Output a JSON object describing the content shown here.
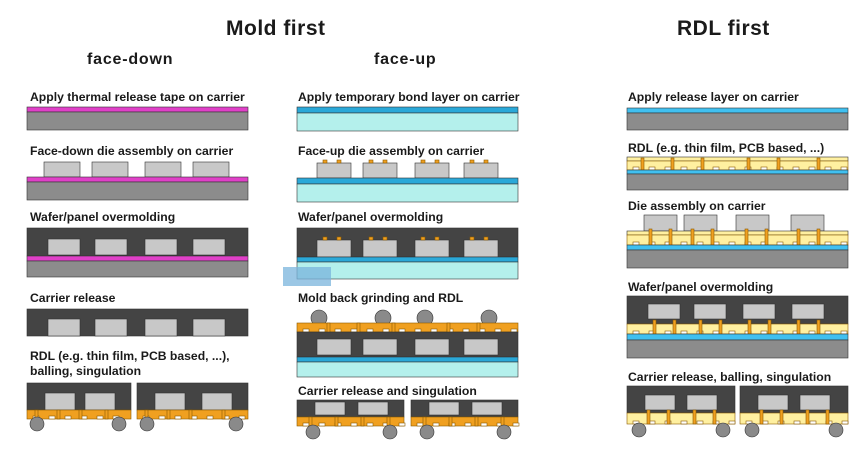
{
  "titles": {
    "mold_first": "Mold first",
    "rdl_first": "RDL first",
    "face_down": "face-down",
    "face_up": "face-up"
  },
  "face_down": {
    "step1": "Apply thermal release tape on carrier",
    "step2": "Face-down die assembly on carrier",
    "step3": "Wafer/panel overmolding",
    "step4": "Carrier release",
    "step5_line1": "RDL (e.g. thin film, PCB based, ...),",
    "step5_line2": "balling, singulation"
  },
  "face_up": {
    "step1": "Apply temporary bond layer on carrier",
    "step2": "Face-up die assembly on carrier",
    "step3": "Wafer/panel overmolding",
    "step4": "Mold back grinding and RDL",
    "step5": "Carrier release and singulation"
  },
  "rdl_first": {
    "step1": "Apply release layer on carrier",
    "step2": "RDL (e.g. thin film, PCB based, ...)",
    "step3": "Die assembly on carrier",
    "step4": "Wafer/panel overmolding",
    "step5": "Carrier release, balling, singulation"
  },
  "colors": {
    "carrier": "#8c8c8c",
    "mold": "#444444",
    "die": "#c8c8c8",
    "thermal_tape": "#e040c8",
    "bond_layer": "#2aa8d8",
    "glass_carrier": "#b4f0ec",
    "rdl": "#f0a020",
    "solder_ball": "#8a8a8a",
    "release_layer": "#40c0f0",
    "rdl_base": "#fff0a0"
  }
}
